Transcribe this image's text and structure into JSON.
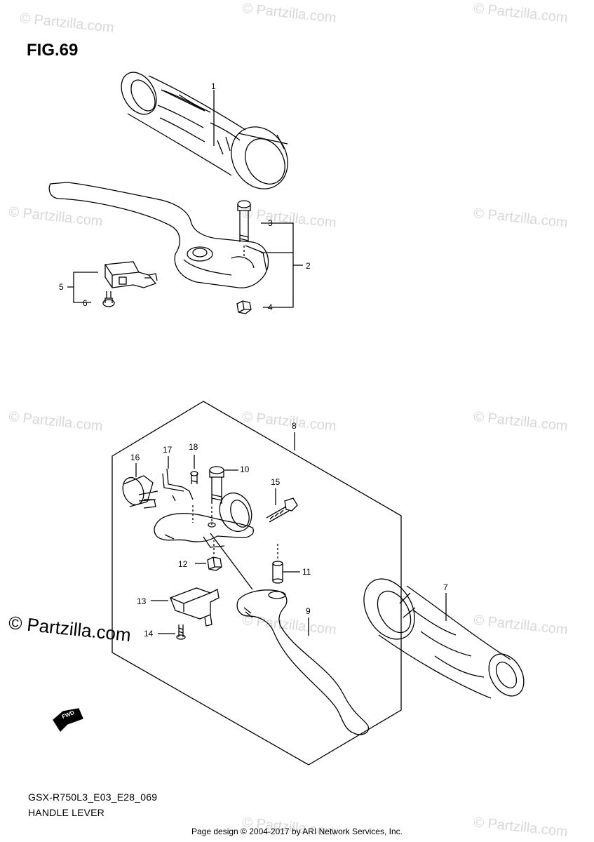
{
  "figure": {
    "title": "FIG.69",
    "code": "GSX-R750L3_E03_E28_069",
    "name": "HANDLE LEVER"
  },
  "footer": "Page design © 2004-2017 by ARI Network Services, Inc.",
  "copyright": "© Partzilla.com",
  "watermark": "© Partzilla.com",
  "fwd_label": "FWD",
  "callouts": [
    "1",
    "2",
    "3",
    "4",
    "5",
    "6",
    "7",
    "8",
    "9",
    "10",
    "11",
    "12",
    "13",
    "14",
    "15",
    "16",
    "17",
    "18"
  ],
  "colors": {
    "line": "#000000",
    "watermark": "#d8d8d8",
    "background": "#ffffff"
  }
}
